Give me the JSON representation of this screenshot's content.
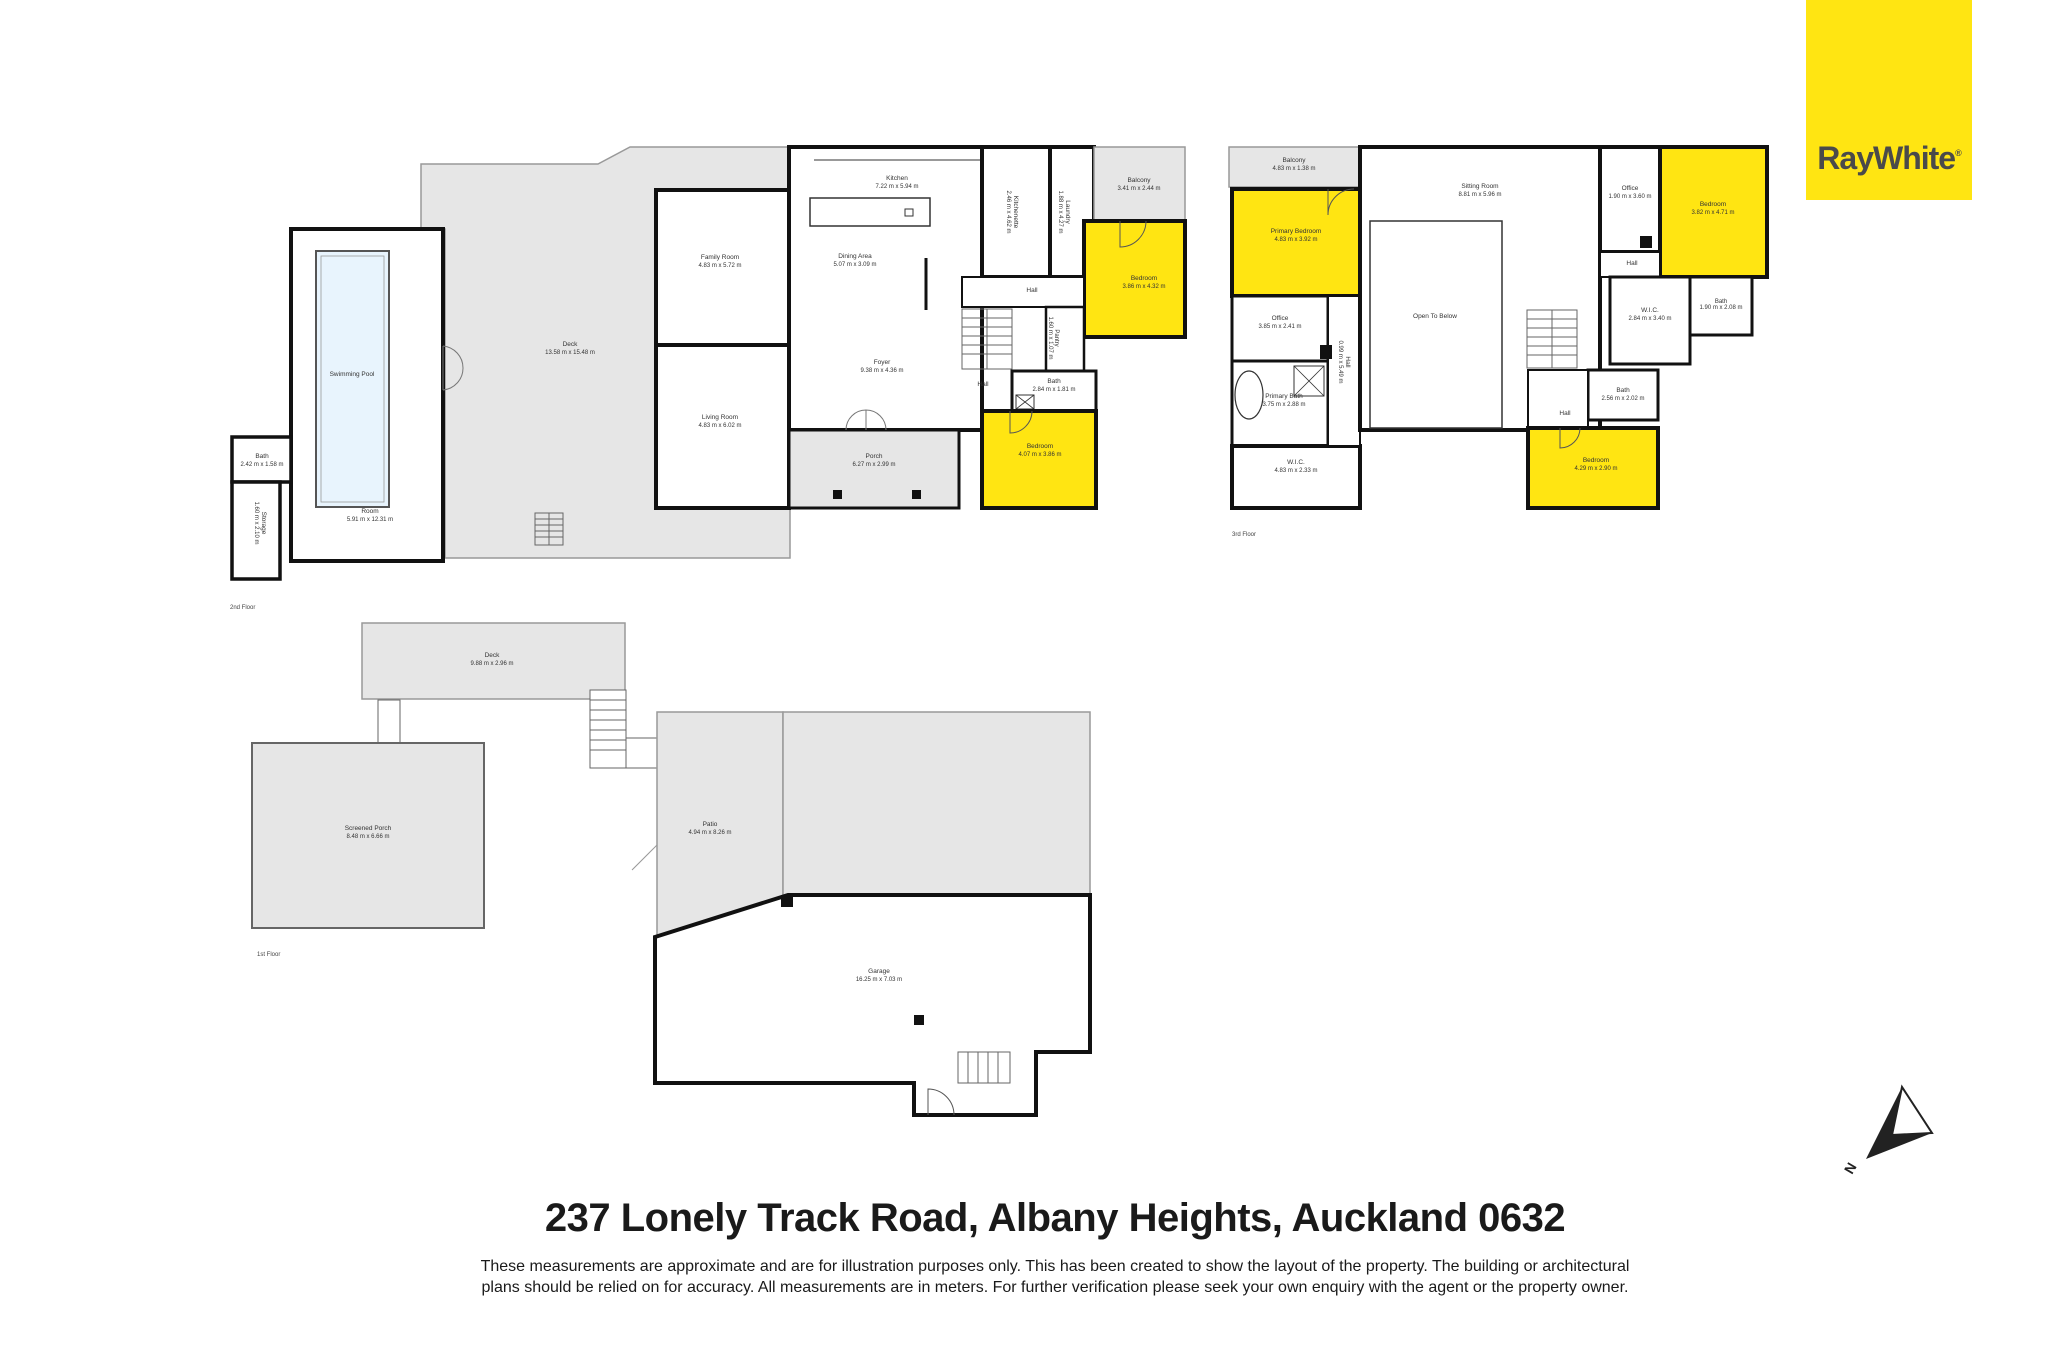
{
  "brand": {
    "name": "RayWhite",
    "color": "#ffe512",
    "text_color": "#4a4a4a"
  },
  "colors": {
    "room_fill": "#e6e6e6",
    "highlight": "#ffe512",
    "pool": "#e8f4fd",
    "wall": "#111111"
  },
  "address": "237 Lonely Track Road, Albany Heights, Auckland 0632",
  "disclaimer": {
    "line1": "These measurements are approximate and are for illustration purposes only. This has been created to show the layout of the property. The building or architectural",
    "line2": "plans should be relied on for accuracy. All measurements are in meters. For further verification please seek your own enquiry with the agent or the property owner."
  },
  "compass": {
    "label": "N"
  },
  "floors": {
    "second": "2nd Floor",
    "third": "3rd Floor",
    "first": "1st Floor"
  },
  "rooms": {
    "deck_top": {
      "name": "Deck",
      "dim": "13.58 m x 15.48 m"
    },
    "swimming_pool": {
      "name": "Swimming Pool",
      "dim": ""
    },
    "bath_left": {
      "name": "Bath",
      "dim": "2.42 m x 1.58 m"
    },
    "storage_left": {
      "name": "Storage",
      "dim": "1.60 m x 2.10 m"
    },
    "room": {
      "name": "Room",
      "dim": "5.91 m x 12.31 m"
    },
    "family_room": {
      "name": "Family Room",
      "dim": "4.83 m x 5.72 m"
    },
    "living_room": {
      "name": "Living Room",
      "dim": "4.83 m x 6.02 m"
    },
    "kitchen": {
      "name": "Kitchen",
      "dim": "7.22 m x 5.94 m"
    },
    "dining_area": {
      "name": "Dining Area",
      "dim": "5.07 m x 3.09 m"
    },
    "foyer": {
      "name": "Foyer",
      "dim": "9.38 m x 4.36 m"
    },
    "porch": {
      "name": "Porch",
      "dim": "6.27 m x 2.99 m"
    },
    "kitchenette": {
      "name": "Kitchenette",
      "dim": "2.46 m x 4.62 m"
    },
    "laundry": {
      "name": "Laundry",
      "dim": "1.88 m x 4.27 m"
    },
    "balcony_2": {
      "name": "Balcony",
      "dim": "3.41 m x 2.44 m"
    },
    "bedroom_2a": {
      "name": "Bedroom",
      "dim": "3.86 m x 4.32 m"
    },
    "hall_2a": {
      "name": "Hall",
      "dim": ""
    },
    "hall_2b": {
      "name": "Hall",
      "dim": ""
    },
    "bath_2": {
      "name": "Bath",
      "dim": "2.84 m x 1.81 m"
    },
    "bedroom_2b": {
      "name": "Bedroom",
      "dim": "4.07 m x 3.86 m"
    },
    "pantry": {
      "name": "Pantry",
      "dim": "1.60 m x 1.07 m"
    },
    "balcony_3": {
      "name": "Balcony",
      "dim": "4.83 m x 1.38 m"
    },
    "primary_bedroom": {
      "name": "Primary Bedroom",
      "dim": "4.83 m x 3.92 m"
    },
    "office_3a": {
      "name": "Office",
      "dim": "3.85 m x 2.41 m"
    },
    "primary_bath": {
      "name": "Primary Bath",
      "dim": "3.75 m x 2.88 m"
    },
    "wic_3a": {
      "name": "W.I.C.",
      "dim": "4.83 m x 2.33 m"
    },
    "hall_3a": {
      "name": "Hall",
      "dim": "0.99 m x 5.49 m"
    },
    "sitting_room": {
      "name": "Sitting Room",
      "dim": "8.81 m x 5.96 m"
    },
    "open_to_below": {
      "name": "Open To Below",
      "dim": ""
    },
    "office_3b": {
      "name": "Office",
      "dim": "1.90 m x 3.60 m"
    },
    "bedroom_3a": {
      "name": "Bedroom",
      "dim": "3.82 m x 4.71 m"
    },
    "hall_3b": {
      "name": "Hall",
      "dim": ""
    },
    "wic_3b": {
      "name": "W.I.C.",
      "dim": "2.84 m x 3.40 m"
    },
    "bath_3a": {
      "name": "Bath",
      "dim": "1.90 m x 2.08 m"
    },
    "bath_3b": {
      "name": "Bath",
      "dim": "2.56 m x 2.02 m"
    },
    "hall_3c": {
      "name": "Hall",
      "dim": ""
    },
    "bedroom_3b": {
      "name": "Bedroom",
      "dim": "4.29 m x 2.90 m"
    },
    "deck_1": {
      "name": "Deck",
      "dim": "9.88 m x 2.96 m"
    },
    "screened_porch": {
      "name": "Screened Porch",
      "dim": "8.48 m x 6.66 m"
    },
    "patio": {
      "name": "Patio",
      "dim": "4.94 m x 8.26 m"
    },
    "garage": {
      "name": "Garage",
      "dim": "16.25 m x 7.03 m"
    }
  }
}
